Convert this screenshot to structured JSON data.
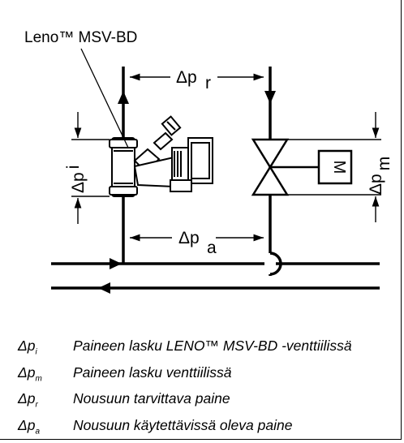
{
  "diagram": {
    "valve_label": "Leno™ MSV-BD",
    "dp_r": {
      "sym": "Δp",
      "sub": "r"
    },
    "dp_i": {
      "sym": "Δp",
      "sub": "i"
    },
    "dp_m": {
      "sym": "Δp",
      "sub": "m"
    },
    "dp_a": {
      "sym": "Δp",
      "sub": "a"
    },
    "actuator_label": "M"
  },
  "legend": [
    {
      "sym": "Δp",
      "sub": "i",
      "text": "Paineen lasku LENO™ MSV-BD -venttiilissä"
    },
    {
      "sym": "Δp",
      "sub": "m",
      "text": "Paineen lasku venttiilissä"
    },
    {
      "sym": "Δp",
      "sub": "r",
      "text": "Nousuun tarvittava paine"
    },
    {
      "sym": "Δp",
      "sub": "a",
      "text": "Nousuun käytettävissä oleva paine"
    }
  ]
}
